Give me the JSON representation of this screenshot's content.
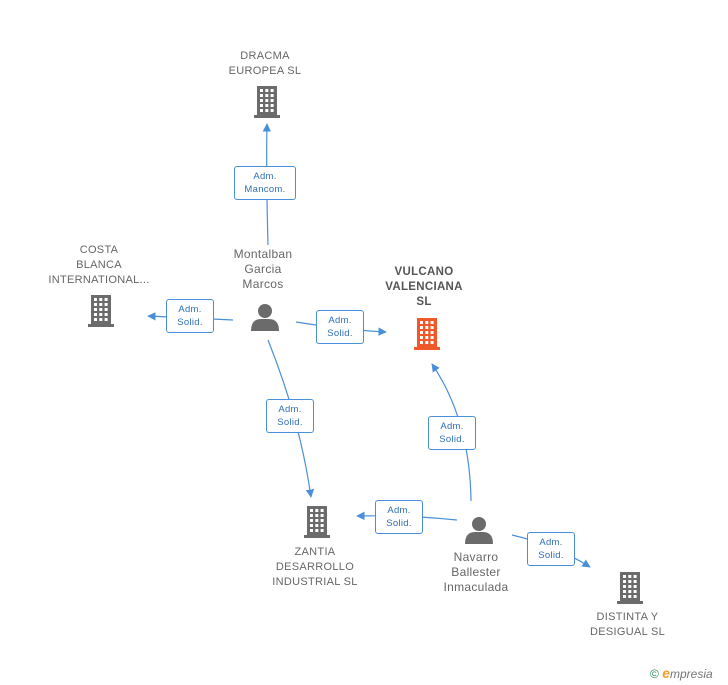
{
  "nodes": {
    "dracma": {
      "lines": [
        "DRACMA",
        "EUROPEA SL"
      ],
      "type": "company"
    },
    "costa": {
      "lines": [
        "COSTA",
        "BLANCA",
        "INTERNATIONAL..."
      ],
      "type": "company"
    },
    "montalban": {
      "lines": [
        "Montalban",
        "Garcia",
        "Marcos"
      ],
      "type": "person"
    },
    "vulcano": {
      "lines": [
        "VULCANO",
        "VALENCIANA",
        "SL"
      ],
      "type": "company-focus"
    },
    "zantia": {
      "lines": [
        "ZANTIA",
        "DESARROLLO",
        "INDUSTRIAL SL"
      ],
      "type": "company"
    },
    "navarro": {
      "lines": [
        "Navarro",
        "Ballester",
        "Inmaculada"
      ],
      "type": "person"
    },
    "distinta": {
      "lines": [
        "DISTINTA Y",
        "DESIGUAL SL"
      ],
      "type": "company"
    }
  },
  "edges": [
    {
      "from": "montalban",
      "to": "dracma",
      "role": [
        "Adm.",
        "Mancom."
      ]
    },
    {
      "from": "montalban",
      "to": "costa",
      "role": [
        "Adm.",
        "Solid."
      ]
    },
    {
      "from": "montalban",
      "to": "vulcano",
      "role": [
        "Adm.",
        "Solid."
      ]
    },
    {
      "from": "montalban",
      "to": "zantia",
      "role": [
        "Adm.",
        "Solid."
      ]
    },
    {
      "from": "navarro",
      "to": "vulcano",
      "role": [
        "Adm.",
        "Solid."
      ]
    },
    {
      "from": "navarro",
      "to": "zantia",
      "role": [
        "Adm.",
        "Solid."
      ]
    },
    {
      "from": "navarro",
      "to": "distinta",
      "role": [
        "Adm.",
        "Solid."
      ]
    }
  ],
  "colors": {
    "edge": "#4a90d9",
    "company": "#6b6b6b",
    "focus": "#f0582a",
    "person": "#6b6b6b"
  },
  "footer": {
    "copyright": "©",
    "brand_e": "e",
    "brand_rest": "mpresia"
  }
}
